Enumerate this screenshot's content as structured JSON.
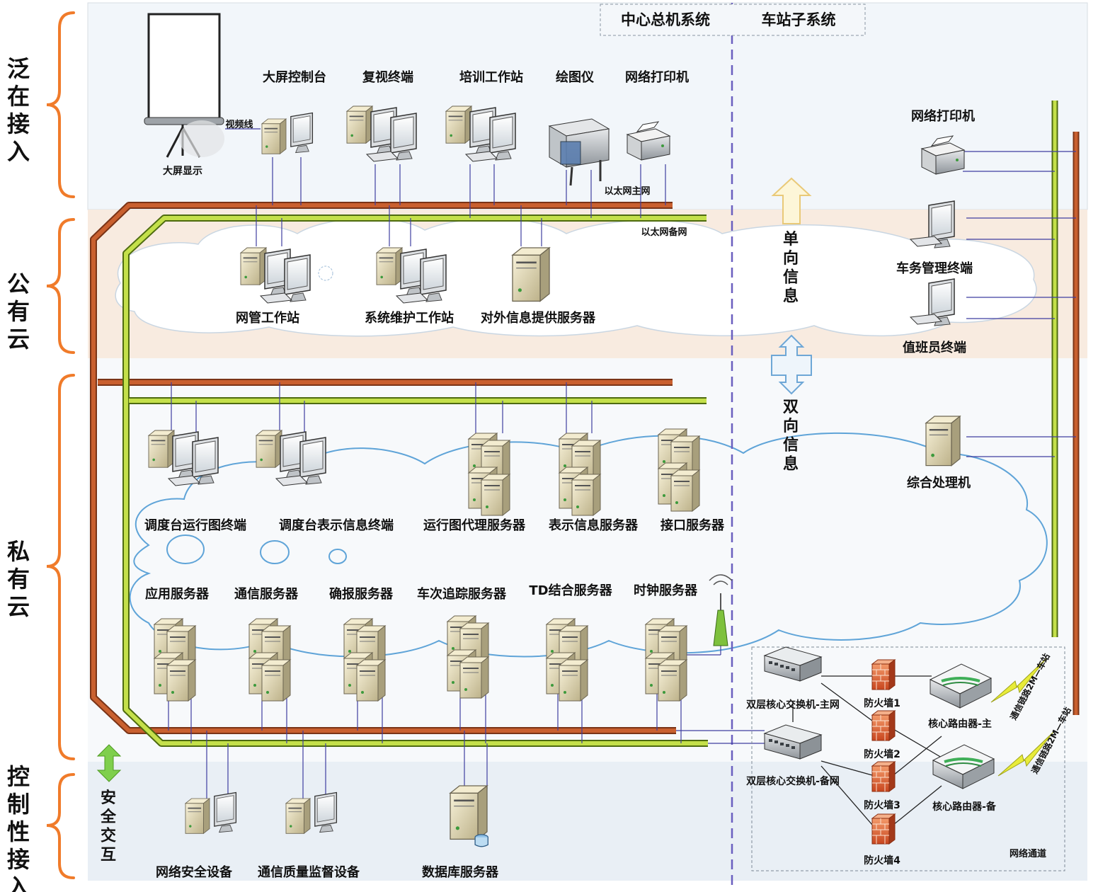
{
  "sections": {
    "pervasive_access": "泛在接入",
    "public_cloud": "公有云",
    "private_cloud": "私有云",
    "controlled_access": "控制性接入"
  },
  "headers": {
    "central": "中心总机系统",
    "station": "车站子系统"
  },
  "top_devices": {
    "big_screen": "大屏显示",
    "video_line": "视频线",
    "big_screen_console": "大屏控制台",
    "review_terminal": "复视终端",
    "training_station": "培训工作站",
    "plotter": "绘图仪",
    "network_printer": "网络打印机",
    "ethernet_main": "以太网主网",
    "ethernet_backup": "以太网备网"
  },
  "public_devices": {
    "nms_station": "网管工作站",
    "maintenance_station": "系统维护工作站",
    "external_info_server": "对外信息提供服务器"
  },
  "flow": {
    "one_way": "单向信息",
    "two_way": "双向信息"
  },
  "station_devices": {
    "printer": "网络打印机",
    "station_mgmt_terminal": "车务管理终端",
    "duty_terminal": "值班员终端",
    "integrated_processor": "综合处理机"
  },
  "private_devices": {
    "dispatch_timetable_terminal": "调度台运行图终端",
    "dispatch_display_terminal": "调度台表示信息终端",
    "timetable_proxy_server": "运行图代理服务器",
    "display_info_server": "表示信息服务器",
    "interface_server": "接口服务器",
    "app_server": "应用服务器",
    "comm_server": "通信服务器",
    "confirm_server": "确报服务器",
    "train_tracking_server": "车次追踪服务器",
    "td_server": "TD结合服务器",
    "clock_server": "时钟服务器"
  },
  "network": {
    "core_switch_main": "双层核心交换机-主网",
    "core_switch_backup": "双层核心交换机-备网",
    "firewall_1": "防火墙1",
    "firewall_2": "防火墙2",
    "firewall_3": "防火墙3",
    "firewall_4": "防火墙4",
    "core_router_main": "核心路由器-主",
    "core_router_backup": "核心路由器-备",
    "link_1": "通信链路2M—车站",
    "link_2": "通信链路2M—车站",
    "network_channel": "网络通道"
  },
  "controlled": {
    "security_exchange": "安全交互",
    "security_device": "网络安全设备",
    "quality_monitor": "通信质量监督设备",
    "db_server": "数据库服务器"
  },
  "colors": {
    "brace": "#f07b2a",
    "main_bus": "#c0562a",
    "backup_bus": "#b5d332",
    "cloud_line": "#5fa4d8",
    "divider": "#6a5fbf"
  }
}
